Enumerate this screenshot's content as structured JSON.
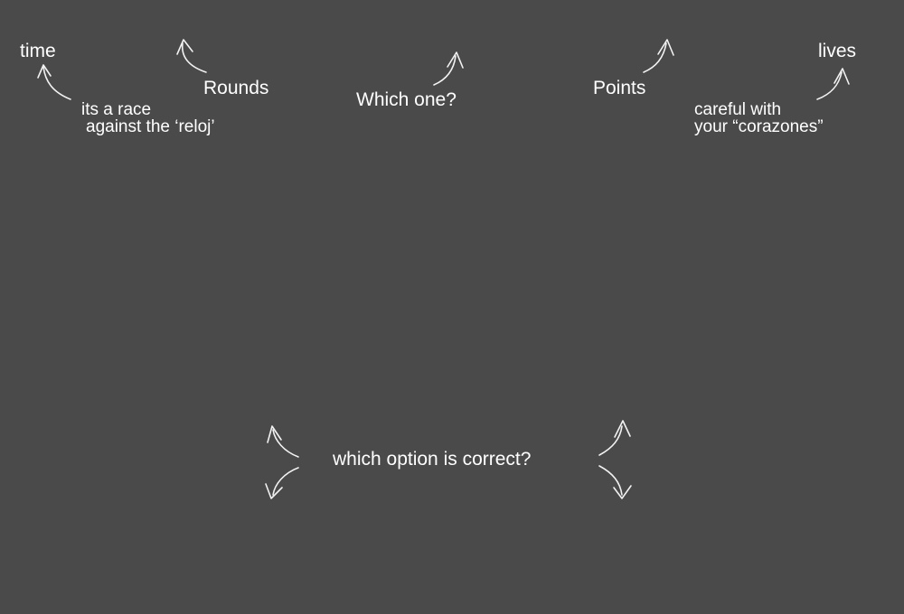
{
  "annotations": {
    "time": "time",
    "race_line1": "its a race",
    "race_line2": "against the ‘reloj’",
    "rounds": "Rounds",
    "which_one": "Which one?",
    "points": "Points",
    "lives": "lives",
    "careful_line1": "careful with",
    "careful_line2": "your “corazones”",
    "question": "which option is correct?"
  },
  "colors": {
    "background": "#4a4a4a",
    "text": "#ffffff",
    "arrow": "#f2f2f2"
  }
}
